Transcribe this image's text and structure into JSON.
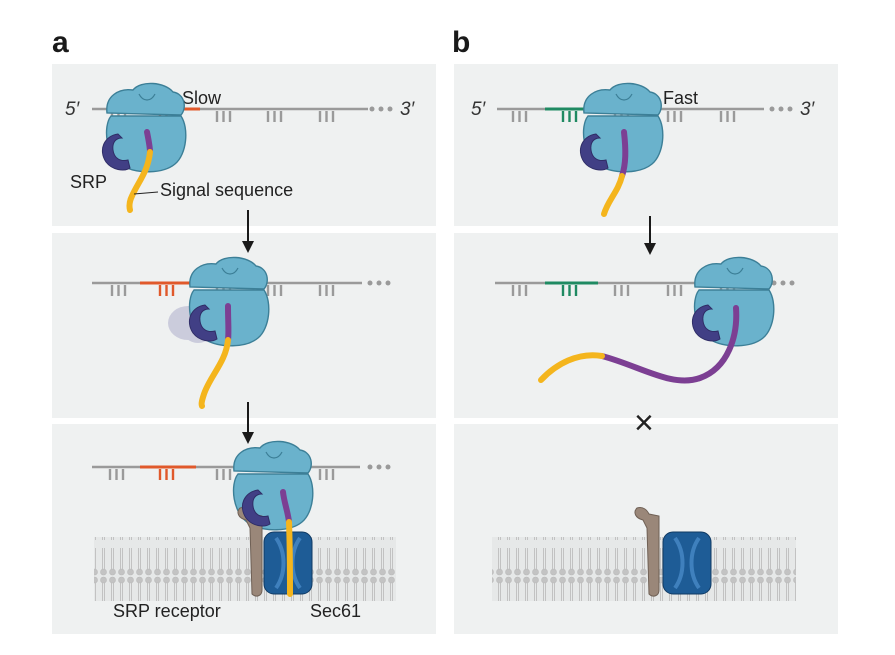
{
  "panels": [
    {
      "letter": "a"
    },
    {
      "letter": "b"
    }
  ],
  "labels": {
    "five_prime": "5′",
    "three_prime": "3′",
    "slow": "Slow",
    "fast": "Fast",
    "srp": "SRP",
    "signal_sequence": "Signal sequence",
    "srp_receptor": "SRP receptor",
    "sec61": "Sec61",
    "blocked": "×"
  },
  "colors": {
    "panel_bg": "#eff1f1",
    "ribosome": "#6ab2cc",
    "ribosome_stroke": "#3c7f97",
    "srp": "#413f85",
    "signal_sequence": "#f4b51d",
    "nascent_chain": "#7c3f93",
    "slow_codons": "#e0592b",
    "fast_codons": "#1f8a62",
    "mrna": "#9a9a9a",
    "membrane": "#cfcfcf",
    "srp_receptor": "#9a8779",
    "sec61": "#1e5c96"
  }
}
